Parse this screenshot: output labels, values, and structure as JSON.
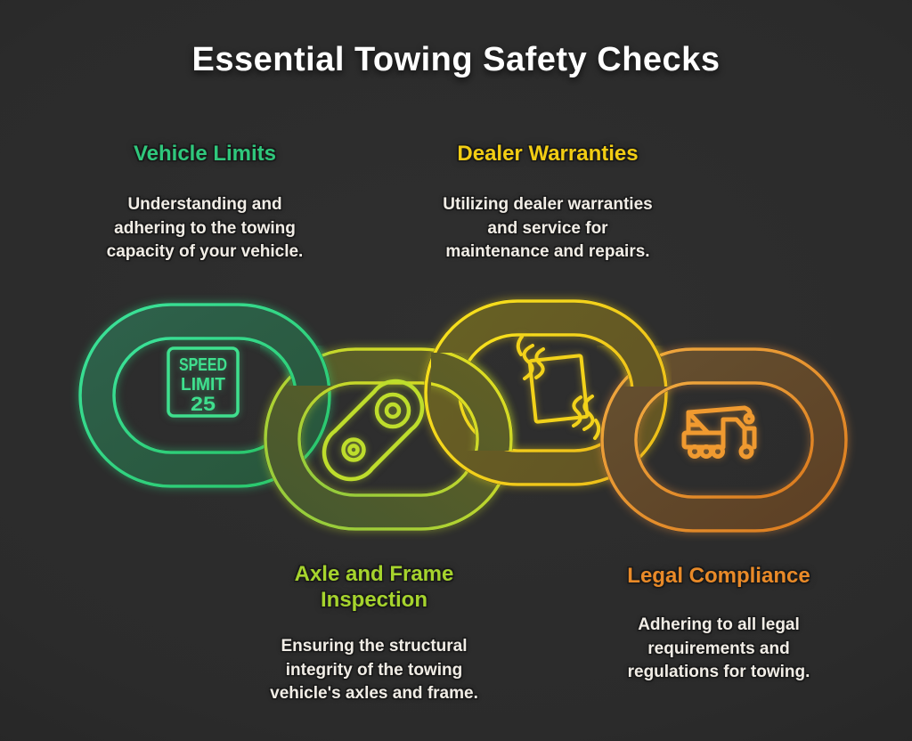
{
  "title": "Essential Towing Safety Checks",
  "background_color": "#2b2b2b",
  "sections": [
    {
      "id": "vehicle-limits",
      "heading": "Vehicle Limits",
      "color": "#2fc87c",
      "body": "Understanding and\nadhering to the towing\ncapacity of your vehicle.",
      "icon": "speed-limit-sign"
    },
    {
      "id": "dealer-warranties",
      "heading": "Dealer Warranties",
      "color": "#f2cd13",
      "body": "Utilizing dealer warranties\nand service for\nmaintenance and repairs.",
      "icon": "warranty-document-hands"
    },
    {
      "id": "axle-frame-inspection",
      "heading": "Axle and Frame\nInspection",
      "color": "#a6d42d",
      "body": "Ensuring the structural\nintegrity of the towing\nvehicle's axles and frame.",
      "icon": "axle-belt-pulley"
    },
    {
      "id": "legal-compliance",
      "heading": "Legal Compliance",
      "color": "#e98a28",
      "body": "Adhering to all legal\nrequirements and\nregulations for towing.",
      "icon": "crane-tow-truck"
    }
  ],
  "speed_limit_sign": {
    "line1": "SPEED",
    "line2": "LIMIT",
    "line3": "25"
  },
  "chain_colors": {
    "link1_green": "#2fd08a",
    "link2_chartreuse": "#c3dc28",
    "link3_yellow": "#f2d716",
    "link4_orange": "#e8913a"
  }
}
